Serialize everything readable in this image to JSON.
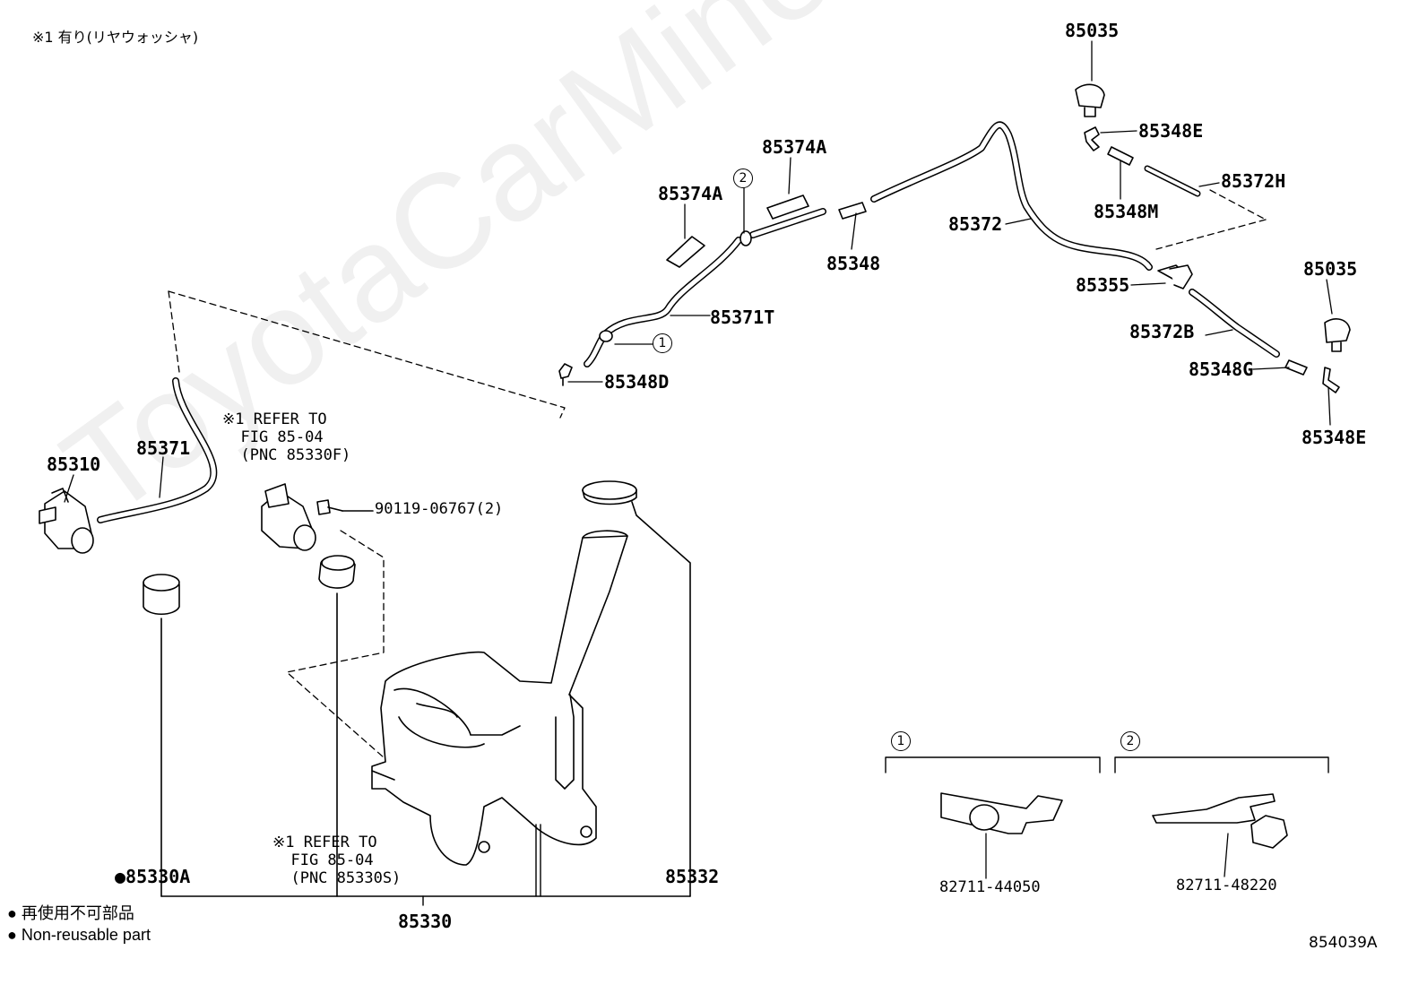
{
  "header_note": "※1 有り(リヤウォッシャ)",
  "watermark": "ToyotaCarMine.ru",
  "parts": {
    "p85035_top": "85035",
    "p85348E_top": "85348E",
    "p85372H": "85372H",
    "p85348M": "85348M",
    "p85374A_a": "85374A",
    "p85374A_b": "85374A",
    "p85372": "85372",
    "p85348": "85348",
    "p85035_right": "85035",
    "p85355": "85355",
    "p85372B": "85372B",
    "p85348G": "85348G",
    "p85348E_bottom": "85348E",
    "p85371T": "85371T",
    "p85348D": "85348D",
    "p85310": "85310",
    "p85371": "85371",
    "p90119": "90119-06767(2)",
    "p85330A": "85330A",
    "p85332": "85332",
    "p85330": "85330",
    "p82711_44050": "82711-44050",
    "p82711_48220": "82711-48220"
  },
  "refs": {
    "ref_upper": "※1 REFER TO\n  FIG 85-04\n  (PNC 85330F)",
    "ref_lower": "※1 REFER TO\n  FIG 85-04\n  (PNC 85330S)"
  },
  "callouts": {
    "c1": "1",
    "c2": "2",
    "c1_detail": "1",
    "c2_detail": "2"
  },
  "legend": {
    "line1": "● 再使用不可部品",
    "line2": "● Non-reusable part",
    "marker": "●"
  },
  "diagram_id": "854039A"
}
